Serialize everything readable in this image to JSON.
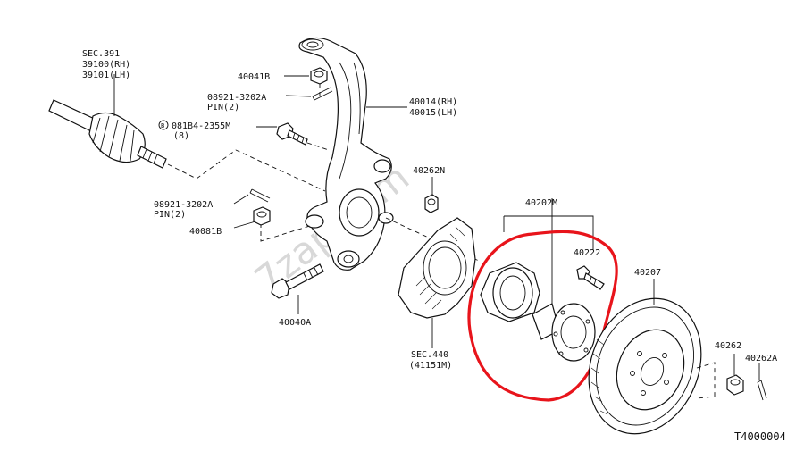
{
  "labels": {
    "sec391": "SEC.391",
    "p39100": "39100(RH)",
    "p39101": "39101(LH)",
    "p40041b": "40041B",
    "p08921a_top": "08921-3202A",
    "pin2_top": "PIN(2)",
    "p40014": "40014(RH)",
    "p40015": "40015(LH)",
    "p081b4": "081B4-2355M",
    "p081b4_sub": "(8)",
    "p40262n": "40262N",
    "p08921a_low": "08921-3202A",
    "pin2_low": "PIN(2)",
    "p40081b": "40081B",
    "p40040a": "40040A",
    "p40202m": "40202M",
    "p40222": "40222",
    "p40207": "40207",
    "sec440": "SEC.440",
    "p41151m": "(41151M)",
    "p40262": "40262",
    "p40262a": "40262A",
    "diagram_code": "T4000004",
    "circled_b": "B"
  },
  "watermark": "7zap.com",
  "colors": {
    "line": "#111111",
    "highlight": "#e8141b",
    "watermark": "#d8d8d8"
  }
}
